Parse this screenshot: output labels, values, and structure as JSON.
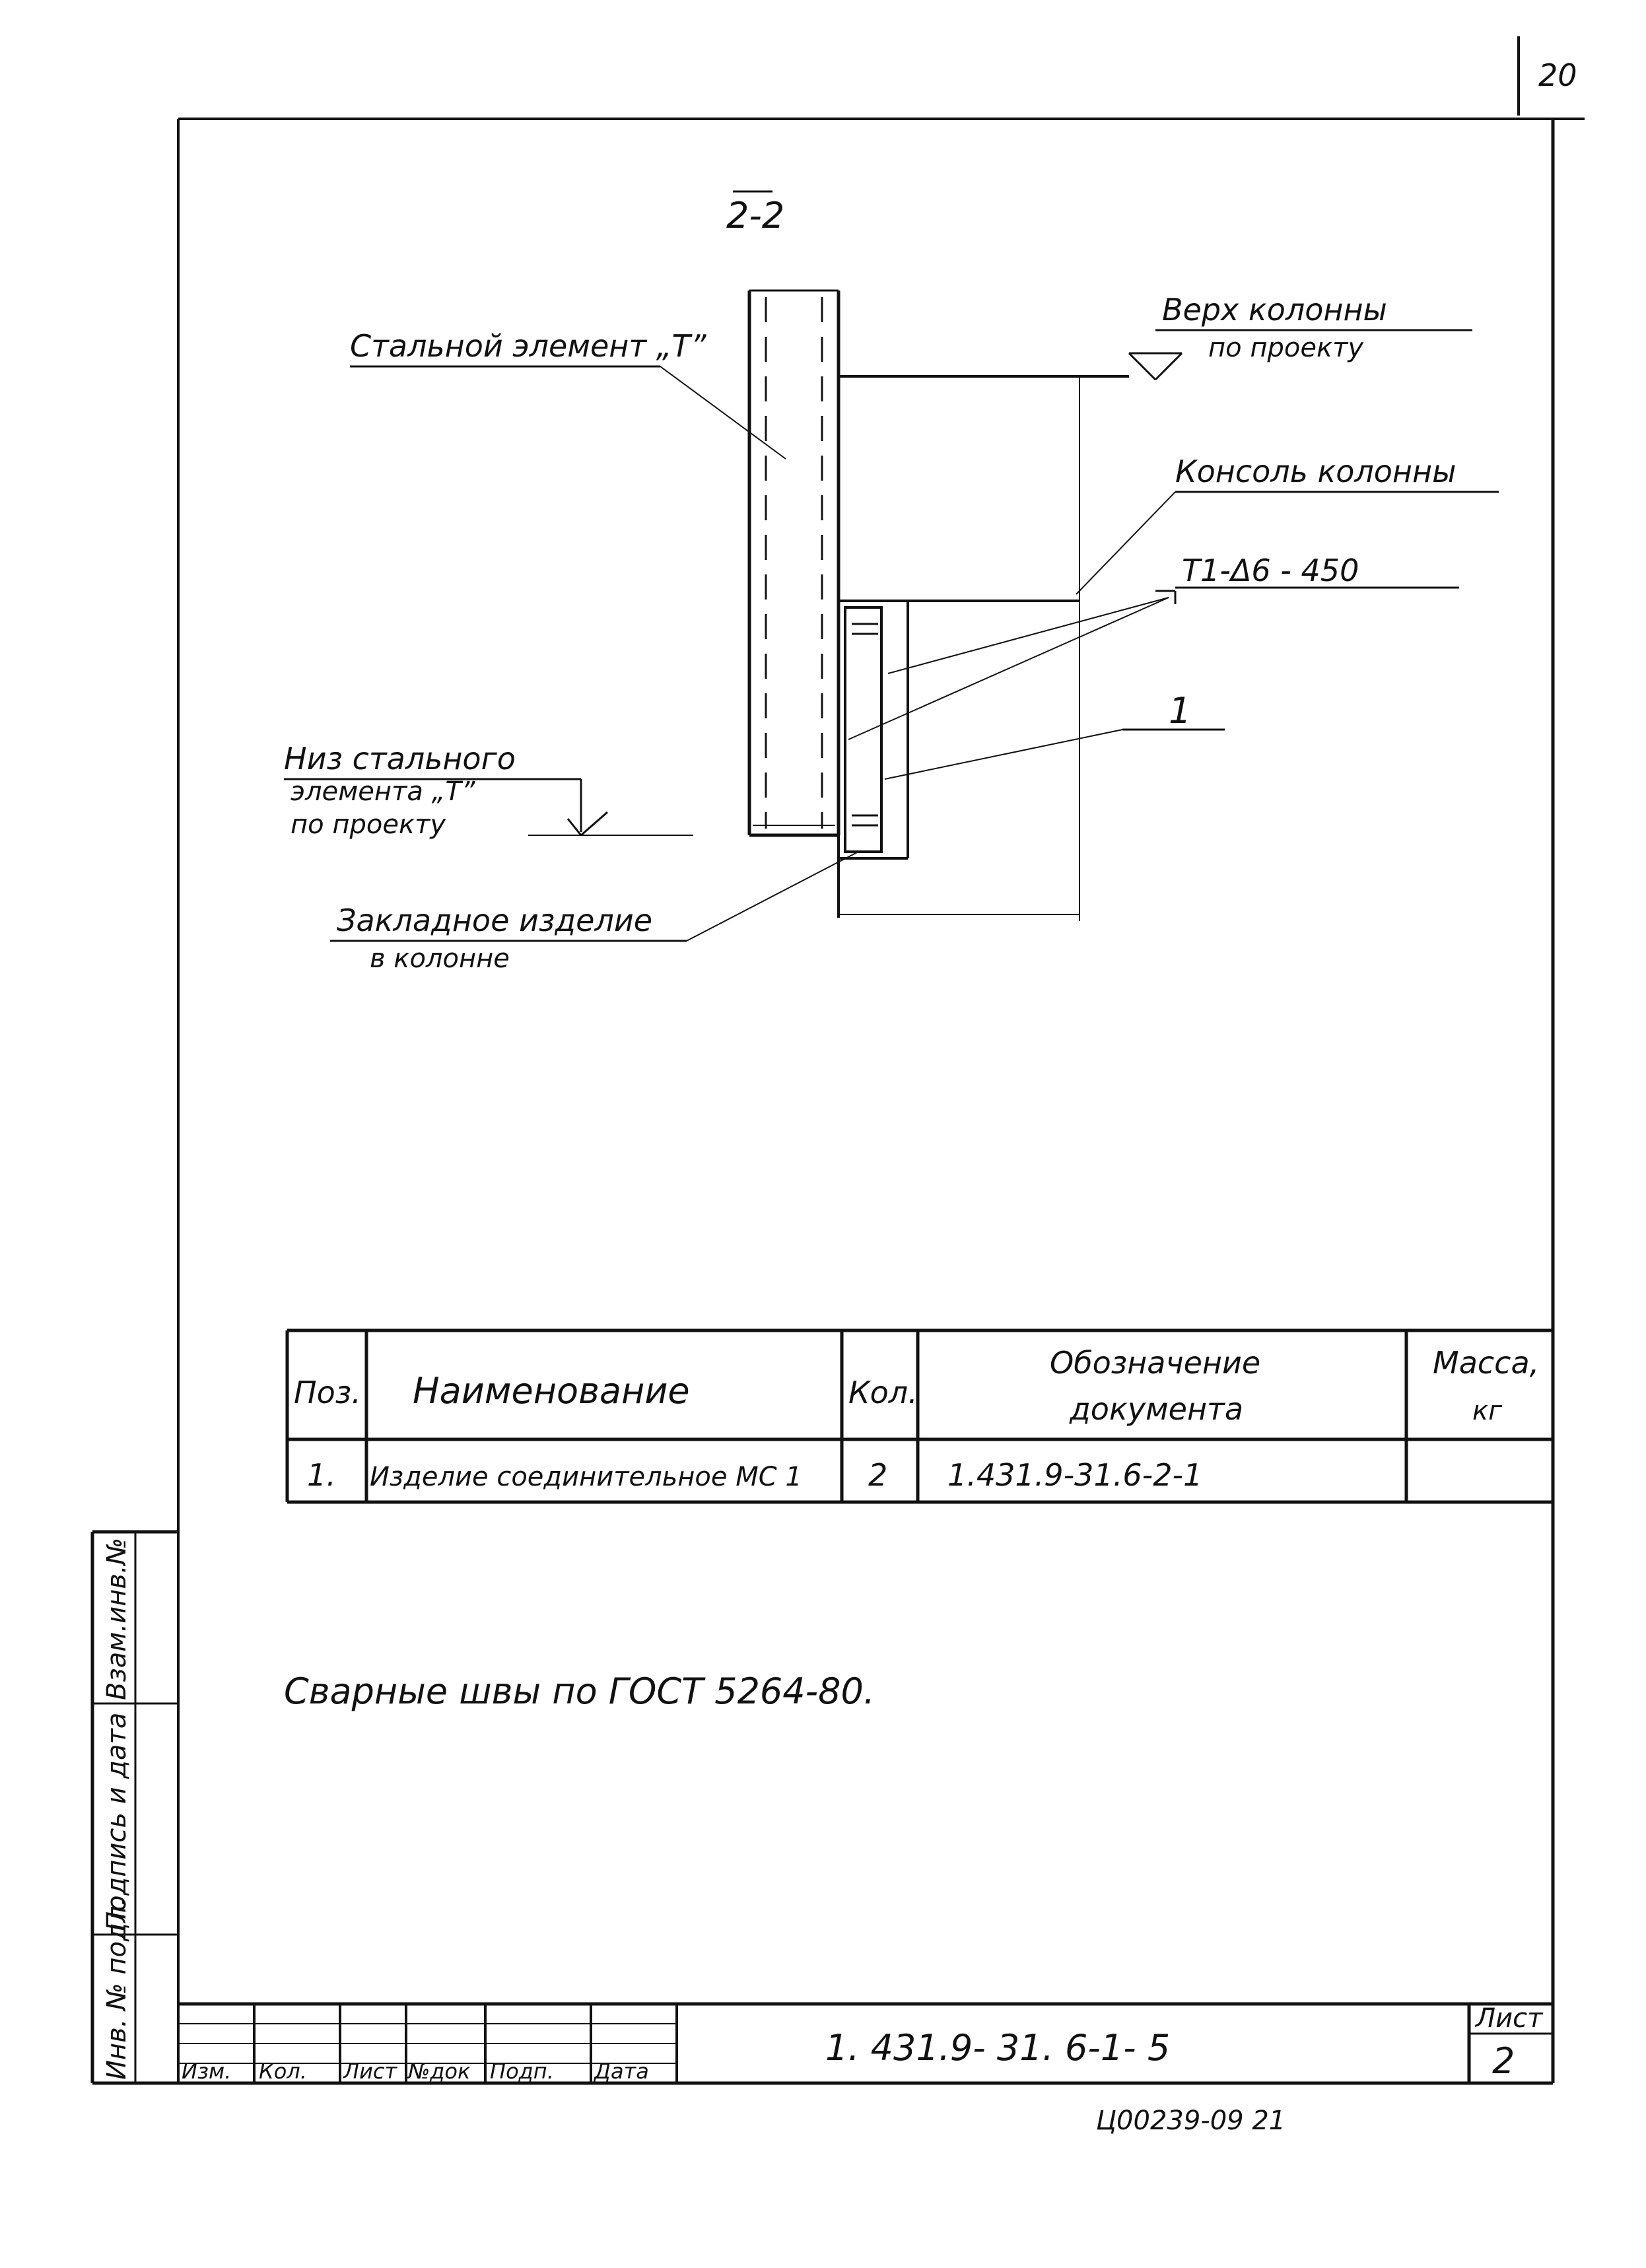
{
  "sheet": {
    "corner_number": "20",
    "section_label": "2-2",
    "stamp_bottom": "Ц00239-09   21"
  },
  "callouts": {
    "steel_element": "Стальной элемент „Т”",
    "column_top_line1": "Верх   колонны",
    "column_top_line2": "по проекту",
    "console": "Консоль  колонны",
    "weld_mark": "Т1-Δ6 - 450",
    "position_number": "1",
    "bottom_steel_line1": "Низ стального",
    "bottom_steel_line2": "элемента „Т”",
    "bottom_steel_line3": "по проекту",
    "embedded_line1": "Закладное изделие",
    "embedded_line2": "в колонне"
  },
  "spec_table": {
    "headers": {
      "pos": "Поз.",
      "name": "Наименование",
      "qty": "Кол.",
      "doc_line1": "Обозначение",
      "doc_line2": "документа",
      "mass_line1": "Масса,",
      "mass_line2": "кг"
    },
    "rows": [
      {
        "pos": "1.",
        "name": "Изделие соединительное МС 1",
        "qty": "2",
        "doc": "1.431.9-31.6-2-1",
        "mass": ""
      }
    ]
  },
  "note": "Сварные швы по ГОСТ 5264-80.",
  "left_strip": {
    "inv_no": "Инв. № подл.",
    "sign_date": "Подпись и дата",
    "replaced_inv": "Взам.инв.№"
  },
  "title_block": {
    "designation": "1. 431.9- 31. 6-1- 5",
    "sheet_label": "Лист",
    "sheet_number": "2",
    "col_izm": "Изм.",
    "col_kol": "Кол.",
    "col_list": "Лист",
    "col_ndok": "№док",
    "col_podp": "Подп.",
    "col_data": "Дата"
  }
}
